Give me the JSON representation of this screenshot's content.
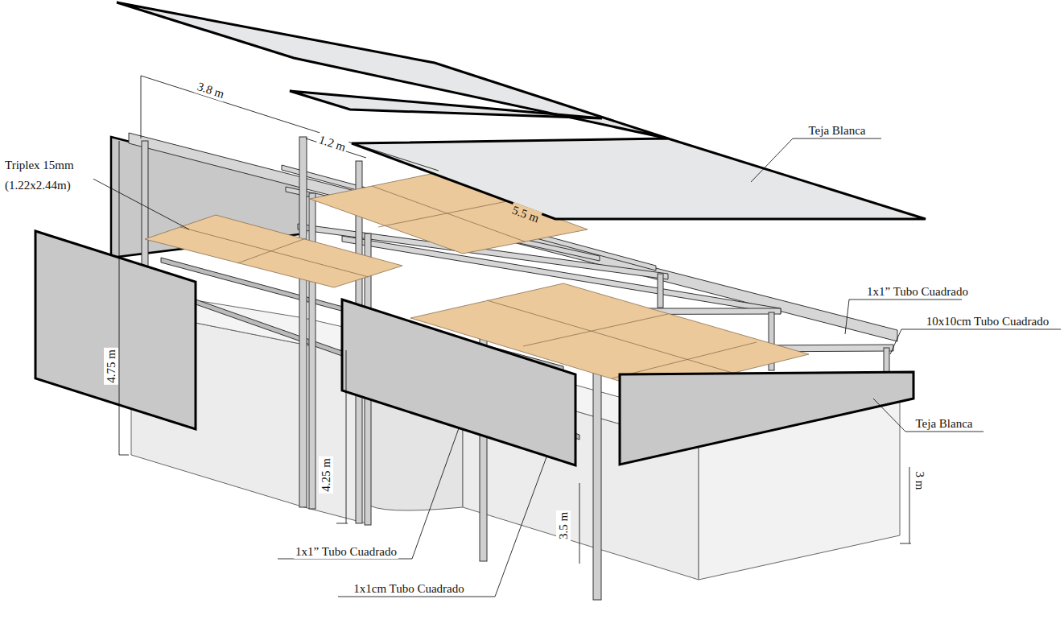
{
  "diagram": {
    "labels": [
      "3.8 m",
      "1.2 m",
      "Triplex 15mm (1.22x2.44m)",
      "Teja Blanca",
      "5.5 m",
      "1x1” Tubo Cuadrado",
      "10x10cm Tubo Cuadrado",
      "4.75 m",
      "Teja Blanca",
      "4.25 m",
      "1x1” Tubo Cuadrado",
      "3.5 m",
      "3 m",
      "1x1cm Tubo Cuadrado"
    ]
  }
}
